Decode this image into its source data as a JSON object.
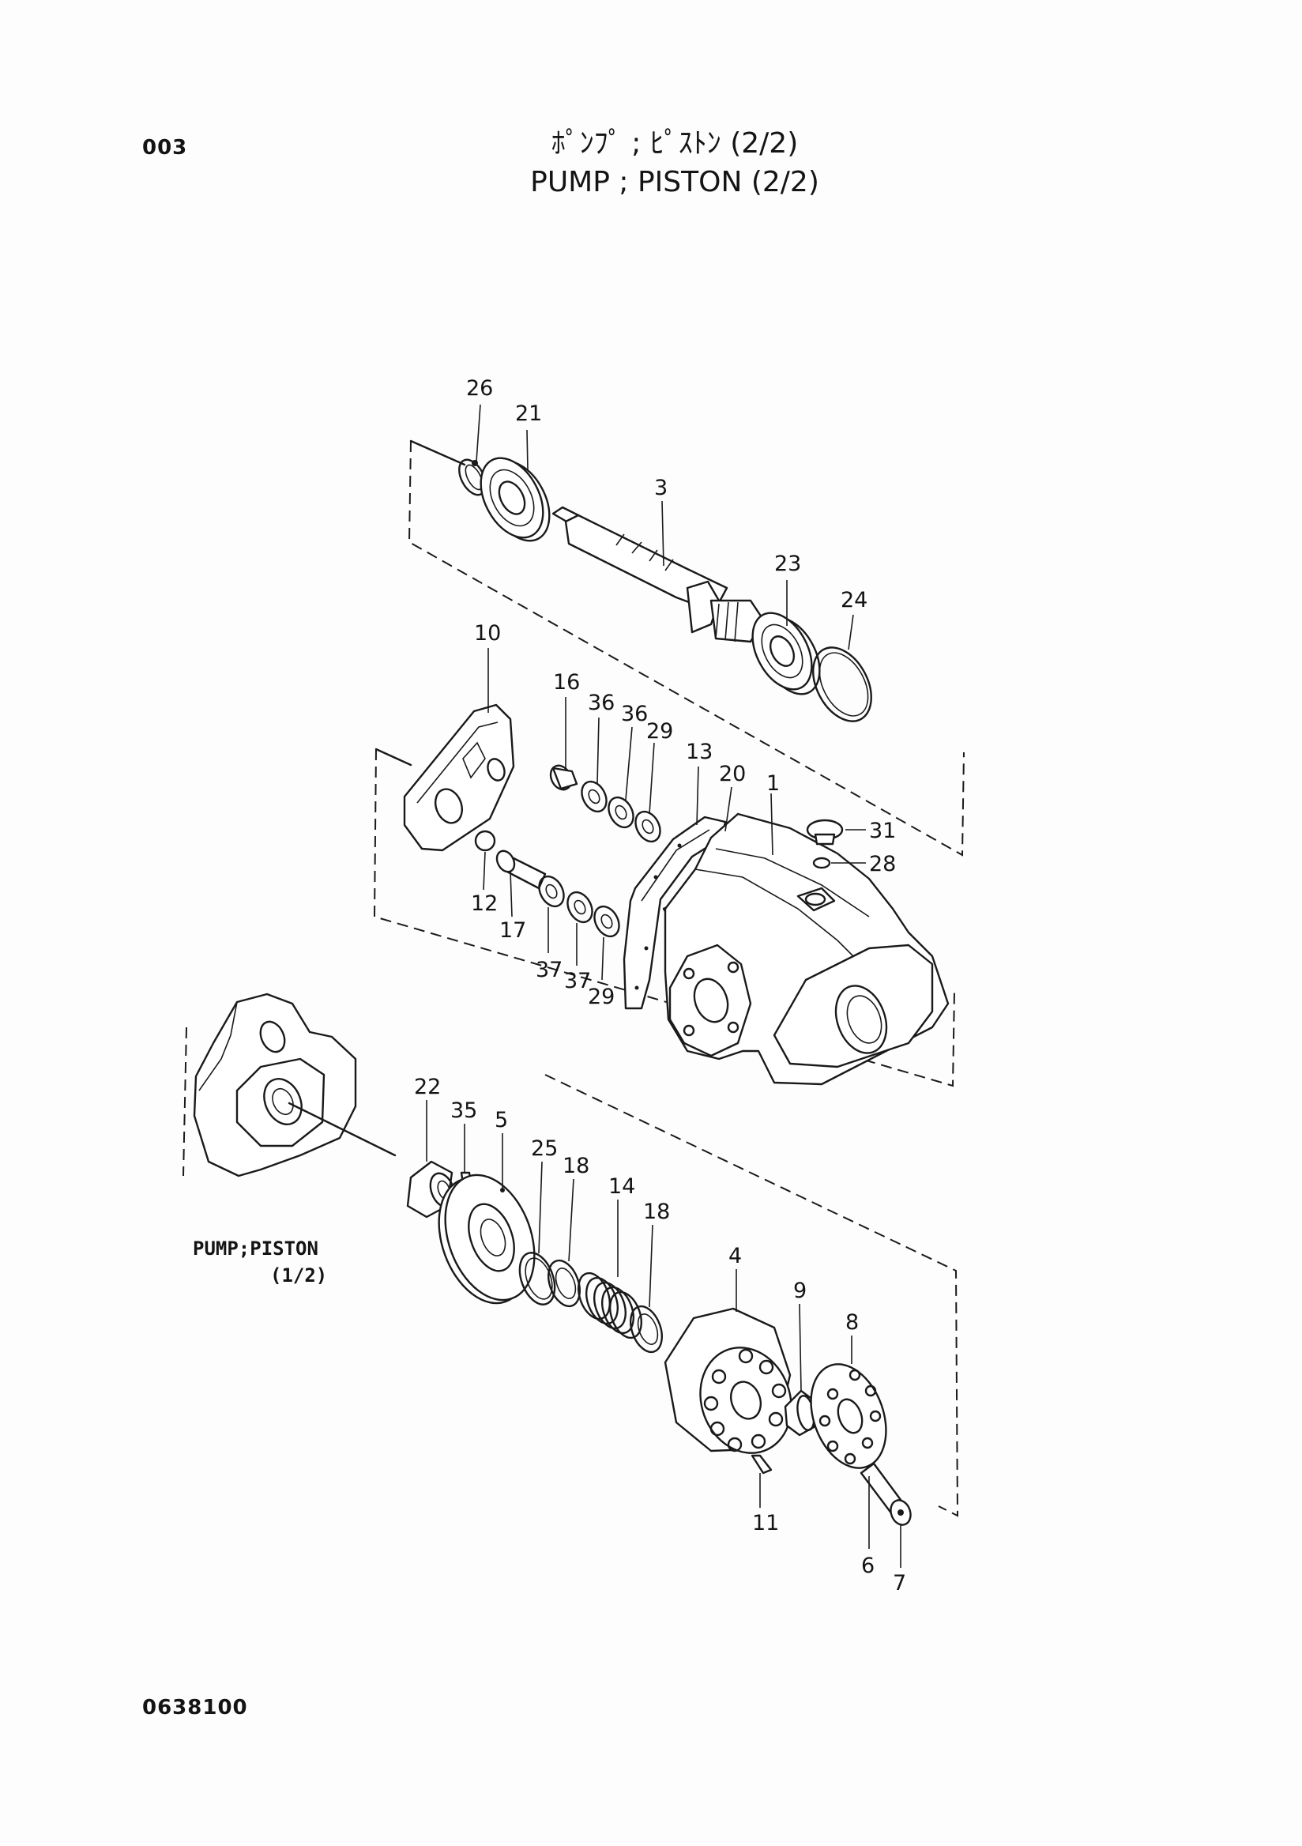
{
  "header": {
    "page_number": "003",
    "title_jp": "ﾎﾟﾝﾌﾟ ; ﾋﾟｽﾄﾝ (2/2)",
    "title_en": "PUMP ; PISTON (2/2)"
  },
  "parts": {
    "p26": "26",
    "p21": "21",
    "p3": "3",
    "p23": "23",
    "p24": "24",
    "p10": "10",
    "p16": "16",
    "p36a": "36",
    "p36b": "36",
    "p29a": "29",
    "p13": "13",
    "p20": "20",
    "p1": "1",
    "p31": "31",
    "p28": "28",
    "p12": "12",
    "p17": "17",
    "p37a": "37",
    "p37b": "37",
    "p29b": "29",
    "p22": "22",
    "p35": "35",
    "p5": "5",
    "p25": "25",
    "p18a": "18",
    "p14": "14",
    "p18b": "18",
    "p4": "4",
    "p9": "9",
    "p8": "8",
    "p11": "11",
    "p6": "6",
    "p7": "7"
  },
  "reference": {
    "line1": "PUMP;PISTON",
    "line2": "(1/2)"
  },
  "footer": {
    "doc_code": "0638100"
  }
}
